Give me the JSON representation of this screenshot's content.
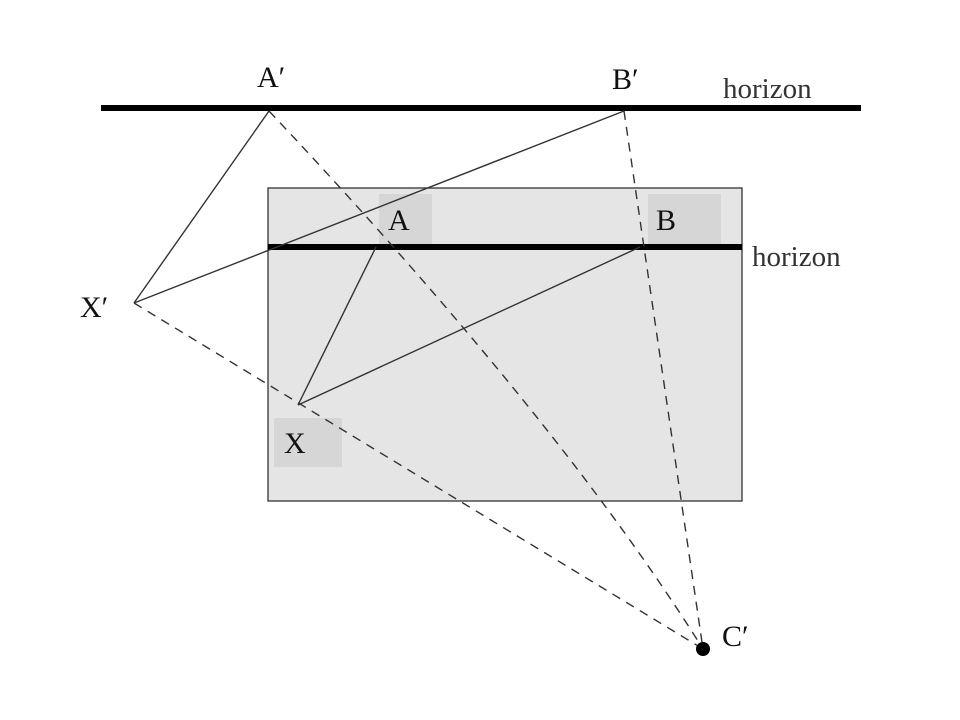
{
  "labels": {
    "a_prime": "A′",
    "b_prime": "B′",
    "x_prime": "X′",
    "c_prime": "C′",
    "a": "A",
    "b": "B",
    "x": "X"
  },
  "horizon": {
    "outer": "horizon",
    "inner": "horizon"
  },
  "colors": {
    "panel_fill": "#e5e5e5",
    "label_box_fill": "#d6d6d6",
    "stroke": "#333333",
    "horizon_line": "#000000"
  }
}
